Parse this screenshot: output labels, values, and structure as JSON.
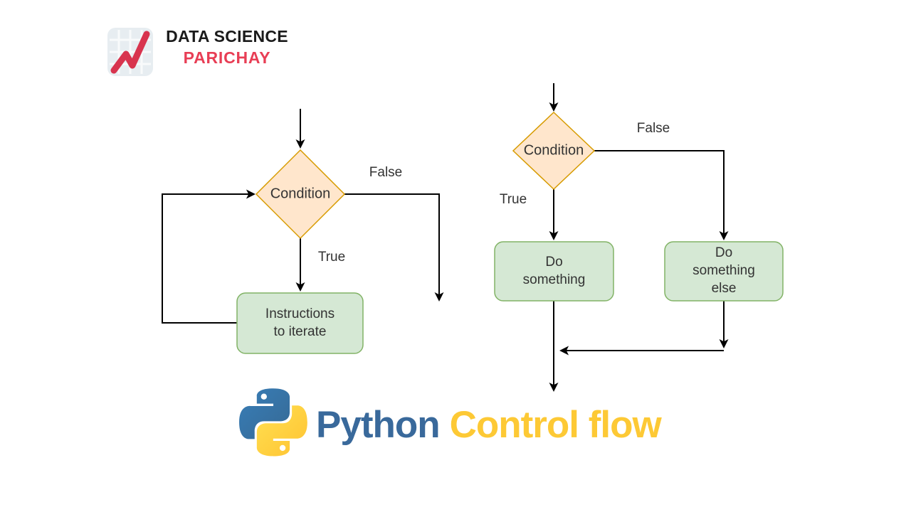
{
  "branding": {
    "line1": "DATA SCIENCE",
    "line2": "PARICHAY",
    "line1_color": "#1b1b1b",
    "line2_color": "#e83e55",
    "icon": "line-chart-icon",
    "icon_bg": "#e7edf1",
    "icon_grid": "#f8fafb",
    "icon_line_color": "#d8344e"
  },
  "flowchart_style": {
    "diamond_fill": "#ffe6cc",
    "diamond_stroke": "#d79b00",
    "box_fill": "#d5e8d4",
    "box_stroke": "#82b366",
    "arrow_color": "#000000",
    "text_color": "#333333"
  },
  "loop_chart": {
    "condition": "Condition",
    "false_label": "False",
    "true_label": "True",
    "body": "Instructions\nto iterate"
  },
  "ifelse_chart": {
    "condition": "Condition",
    "false_label": "False",
    "true_label": "True",
    "true_branch": "Do\nsomething",
    "false_branch": "Do\nsomething\nelse"
  },
  "footer": {
    "word1": "Python",
    "word2": "Control flow",
    "word1_color": "#39699b",
    "word2_color": "#fdc935",
    "logo": "python-logo",
    "logo_blue": "#387eb8",
    "logo_yellow": "#ffd43b"
  }
}
